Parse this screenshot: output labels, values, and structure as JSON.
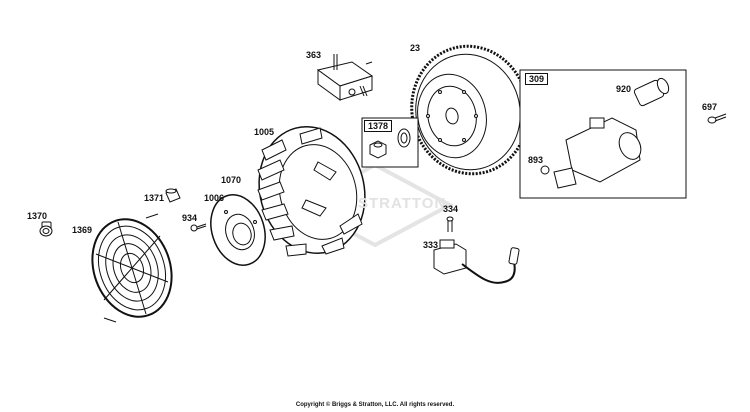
{
  "callouts": {
    "c23": "23",
    "c309": "309",
    "c333": "333",
    "c334": "334",
    "c363": "363",
    "c697": "697",
    "c893": "893",
    "c920": "920",
    "c934": "934",
    "c1005": "1005",
    "c1006": "1006",
    "c1070": "1070",
    "c1369": "1369",
    "c1370": "1370",
    "c1371": "1371",
    "c1378": "1378"
  },
  "watermark": "STRATTON",
  "copyright": "Copyright © Briggs & Stratton, LLC. All rights reserved.",
  "colors": {
    "line": "#111111",
    "watermark": "#e2e2e2",
    "background": "#ffffff"
  }
}
